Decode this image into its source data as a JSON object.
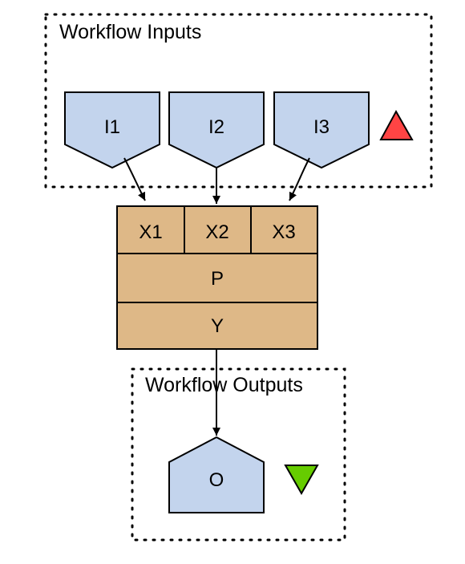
{
  "inputs_cluster": {
    "label": "Workflow Inputs"
  },
  "outputs_cluster": {
    "label": "Workflow Outputs"
  },
  "inputs": [
    {
      "label": "I1"
    },
    {
      "label": "I2"
    },
    {
      "label": "I3"
    }
  ],
  "processor": {
    "ports": [
      {
        "label": "X1"
      },
      {
        "label": "X2"
      },
      {
        "label": "X3"
      }
    ],
    "name": "P",
    "output_port": "Y"
  },
  "output": {
    "label": "O"
  },
  "icons": {
    "inputs": "red-up-triangle-icon",
    "outputs": "green-down-triangle-icon"
  },
  "colors": {
    "io_fill": "#c3d4ed",
    "processor_fill": "#deb887",
    "input_marker": "#ff4444",
    "output_marker": "#66cc00",
    "stroke": "#000000"
  }
}
